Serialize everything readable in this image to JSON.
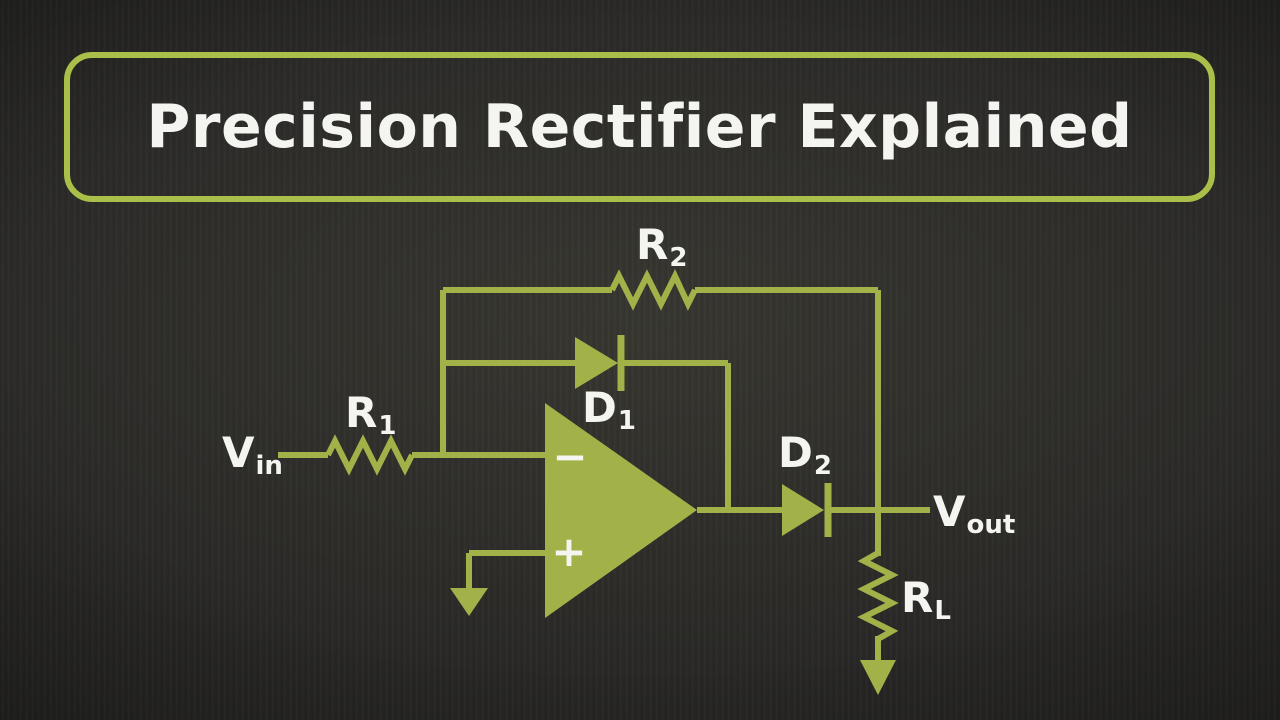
{
  "title": {
    "text": "Precision Rectifier Explained"
  },
  "colors": {
    "background": "#2b2a28",
    "circuit-green": "#a3b149",
    "border-green": "#a9bf4a",
    "label-white": "#f4f4f1"
  },
  "circuit": {
    "labels": {
      "vin": {
        "main": "V",
        "sub": "in"
      },
      "r1": {
        "main": "R",
        "sub": "1"
      },
      "r2": {
        "main": "R",
        "sub": "2"
      },
      "d1": {
        "main": "D",
        "sub": "1"
      },
      "d2": {
        "main": "D",
        "sub": "2"
      },
      "vout": {
        "main": "V",
        "sub": "out"
      },
      "rl": {
        "main": "R",
        "sub": "L"
      }
    },
    "opamp": {
      "inverting_input": "−",
      "noninverting_input": "+"
    }
  }
}
